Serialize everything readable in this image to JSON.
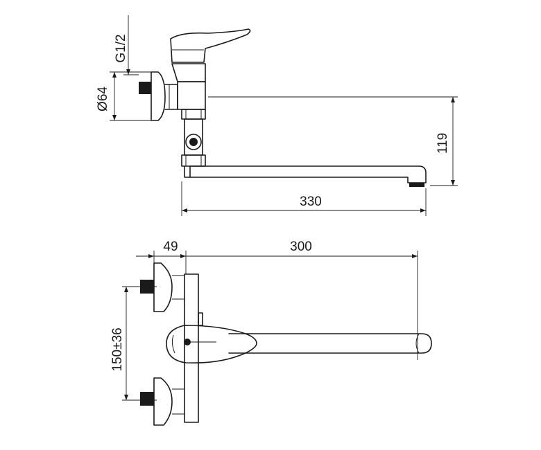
{
  "side_view": {
    "dim_thread": "G1/2",
    "dim_diameter": "Ø64",
    "dim_height": "119",
    "dim_length": "330"
  },
  "top_view": {
    "dim_offset": "49",
    "dim_spout": "300",
    "dim_spacing": "150±36"
  }
}
